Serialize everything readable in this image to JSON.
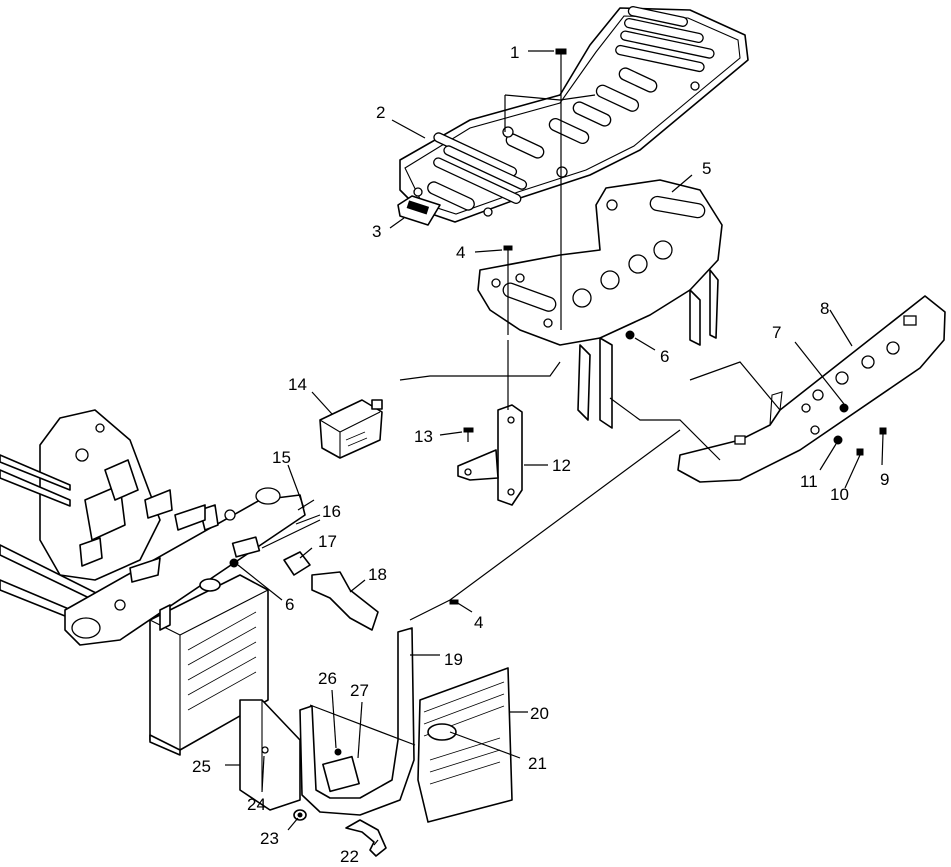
{
  "callouts": [
    {
      "id": "c1",
      "text": "1"
    },
    {
      "id": "c2",
      "text": "2"
    },
    {
      "id": "c3",
      "text": "3"
    },
    {
      "id": "c4a",
      "text": "4"
    },
    {
      "id": "c4b",
      "text": "4"
    },
    {
      "id": "c5",
      "text": "5"
    },
    {
      "id": "c6a",
      "text": "6"
    },
    {
      "id": "c6b",
      "text": "6"
    },
    {
      "id": "c7",
      "text": "7"
    },
    {
      "id": "c8",
      "text": "8"
    },
    {
      "id": "c9",
      "text": "9"
    },
    {
      "id": "c10",
      "text": "10"
    },
    {
      "id": "c11",
      "text": "11"
    },
    {
      "id": "c12",
      "text": "12"
    },
    {
      "id": "c13",
      "text": "13"
    },
    {
      "id": "c14",
      "text": "14"
    },
    {
      "id": "c15",
      "text": "15"
    },
    {
      "id": "c16",
      "text": "16"
    },
    {
      "id": "c17",
      "text": "17"
    },
    {
      "id": "c18",
      "text": "18"
    },
    {
      "id": "c19",
      "text": "19"
    },
    {
      "id": "c20",
      "text": "20"
    },
    {
      "id": "c21",
      "text": "21"
    },
    {
      "id": "c22",
      "text": "22"
    },
    {
      "id": "c23",
      "text": "23"
    },
    {
      "id": "c24",
      "text": "24"
    },
    {
      "id": "c25",
      "text": "25"
    },
    {
      "id": "c26",
      "text": "26"
    },
    {
      "id": "c27",
      "text": "27"
    }
  ]
}
